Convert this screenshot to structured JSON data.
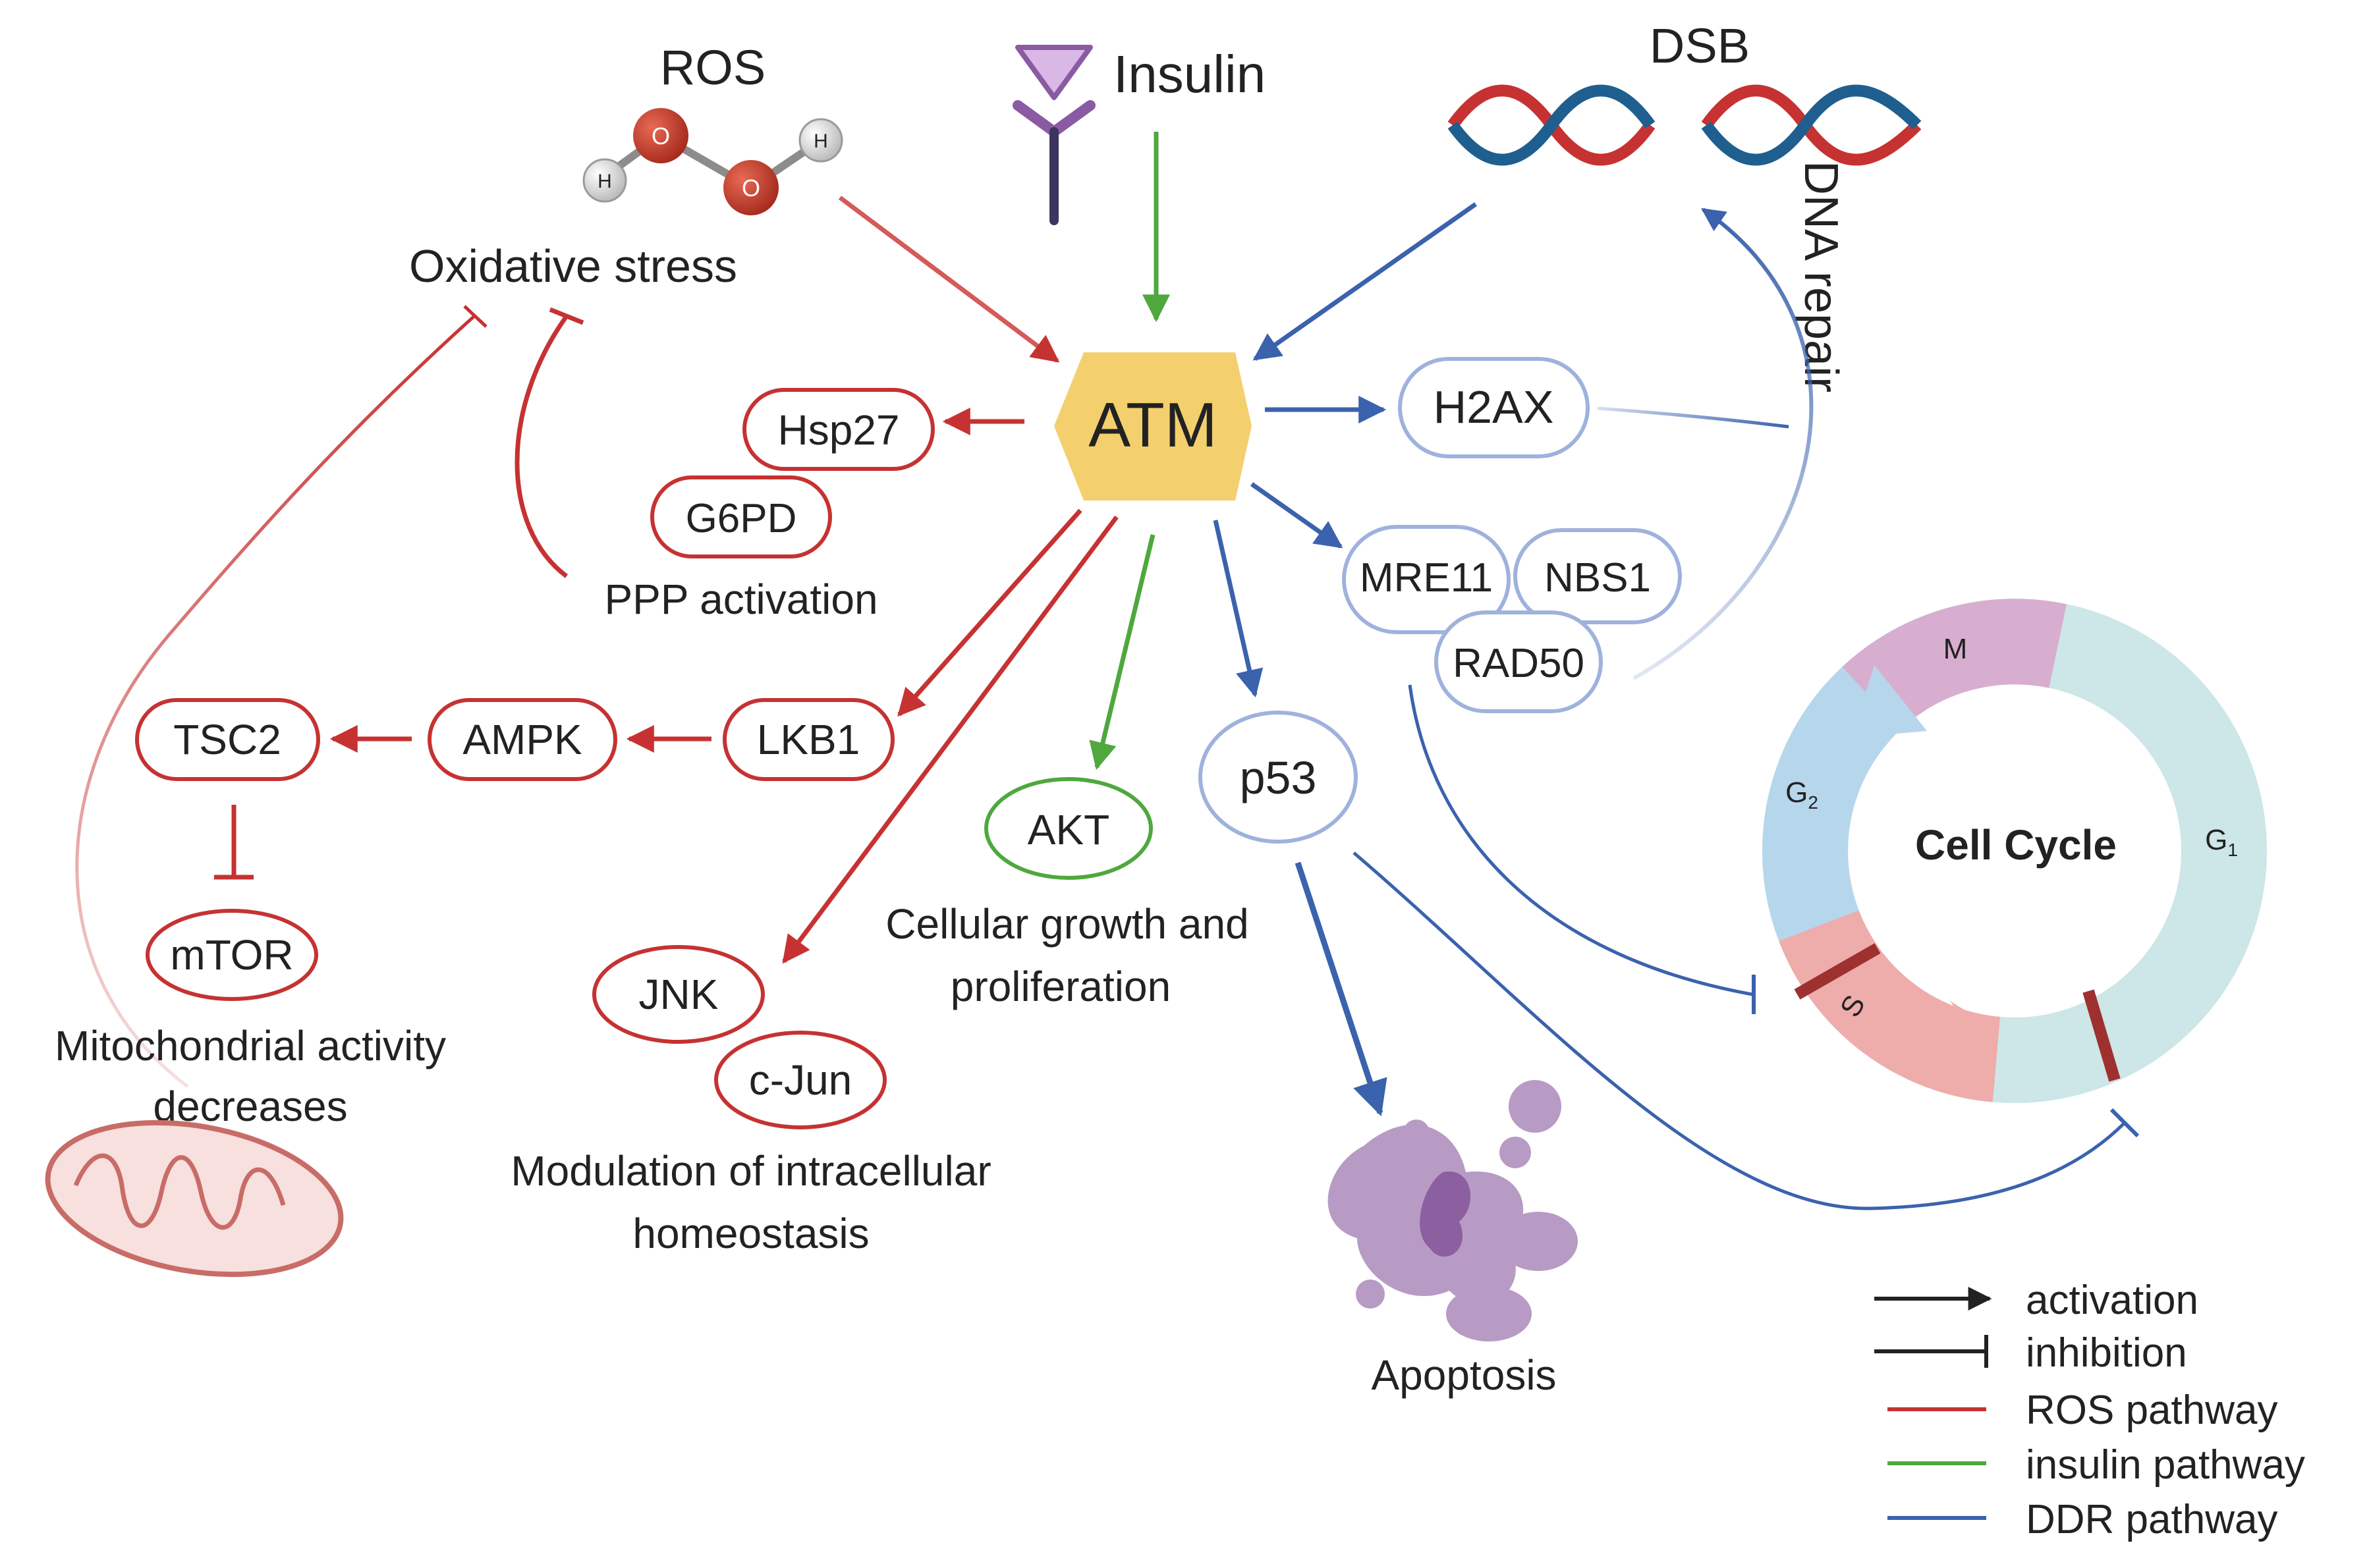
{
  "title": "",
  "colors": {
    "ros": "#c63232",
    "insulin": "#4fa83d",
    "ddr": "#3b62ad",
    "ddr_light": "#9fb2dd",
    "atm_fill": "#f3cf6e",
    "text": "#222222"
  },
  "icons": [
    "ros-molecule-icon",
    "insulin-receptor-icon",
    "dna-helix-icon",
    "mitochondrion-icon",
    "apoptotic-cell-icon",
    "cell-cycle-ring"
  ],
  "ros": {
    "title": "ROS",
    "atom_h": "H",
    "atom_o": "O",
    "stress": "Oxidative stress"
  },
  "insulin": {
    "title": "Insulin"
  },
  "dsb": {
    "title": "DSB",
    "repair": "DNA repair"
  },
  "nodes": {
    "atm": "ATM",
    "hsp27": "Hsp27",
    "g6pd": "G6PD",
    "lkb1": "LKB1",
    "ampk": "AMPK",
    "tsc2": "TSC2",
    "mtor": "mTOR",
    "jnk": "JNK",
    "cjun": "c-Jun",
    "akt": "AKT",
    "p53": "p53",
    "h2ax": "H2AX",
    "mre11": "MRE11",
    "nbs1": "NBS1",
    "rad50": "RAD50"
  },
  "labels": {
    "ppp": "PPP activation",
    "mito_line1": "Mitochondrial activity",
    "mito_line2": "decreases",
    "jnk_line1": "Modulation of intracellular",
    "jnk_line2": "homeostasis",
    "akt_line1": "Cellular growth and",
    "akt_line2": "proliferation",
    "apoptosis": "Apoptosis"
  },
  "cell_cycle": {
    "title": "Cell Cycle",
    "m": "M",
    "g2": "G",
    "g2_sub": "2",
    "g1": "G",
    "g1_sub": "1",
    "s": "S"
  },
  "legend": {
    "activation": "activation",
    "inhibition": "inhibition",
    "ros": "ROS pathway",
    "insulin": "insulin pathway",
    "ddr": "DDR pathway"
  }
}
